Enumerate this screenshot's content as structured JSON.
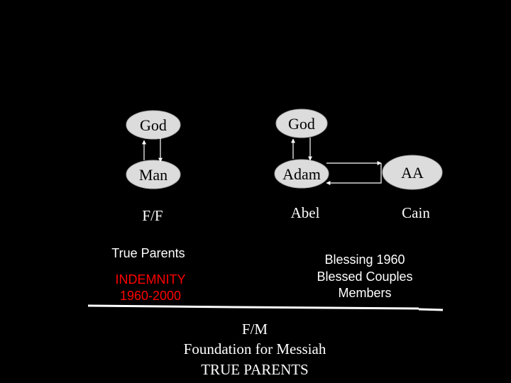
{
  "colors": {
    "background": "#000000",
    "node_fill": "#dcdcdc",
    "node_stroke": "#b0b0b0",
    "text_light": "#ffffff",
    "text_red": "#ff0000",
    "arrow": "#ffffff"
  },
  "left_column": {
    "god": "God",
    "man": "Man",
    "ff": "F/F",
    "true_parents": "True Parents",
    "indemnity_line1": "INDEMNITY",
    "indemnity_line2": "1960-2000"
  },
  "right_column": {
    "god": "God",
    "adam": "Adam",
    "aa": "AA",
    "abel": "Abel",
    "cain": "Cain",
    "blessing_line1": "Blessing 1960",
    "blessing_line2": "Blessed Couples",
    "blessing_line3": "Members"
  },
  "bottom": {
    "line1": "F/M",
    "line2": "Foundation for Messiah",
    "line3": "TRUE PARENTS"
  }
}
